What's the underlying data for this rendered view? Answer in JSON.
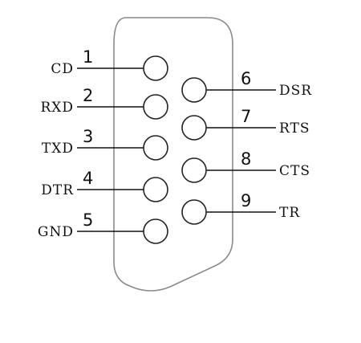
{
  "diagram": {
    "pins_left": [
      {
        "number": "1",
        "signal": "CD"
      },
      {
        "number": "2",
        "signal": "RXD"
      },
      {
        "number": "3",
        "signal": "TXD"
      },
      {
        "number": "4",
        "signal": "DTR"
      },
      {
        "number": "5",
        "signal": "GND"
      }
    ],
    "pins_right": [
      {
        "number": "6",
        "signal": "DSR"
      },
      {
        "number": "7",
        "signal": "RTS"
      },
      {
        "number": "8",
        "signal": "CTS"
      },
      {
        "number": "9",
        "signal": "TR"
      }
    ]
  }
}
